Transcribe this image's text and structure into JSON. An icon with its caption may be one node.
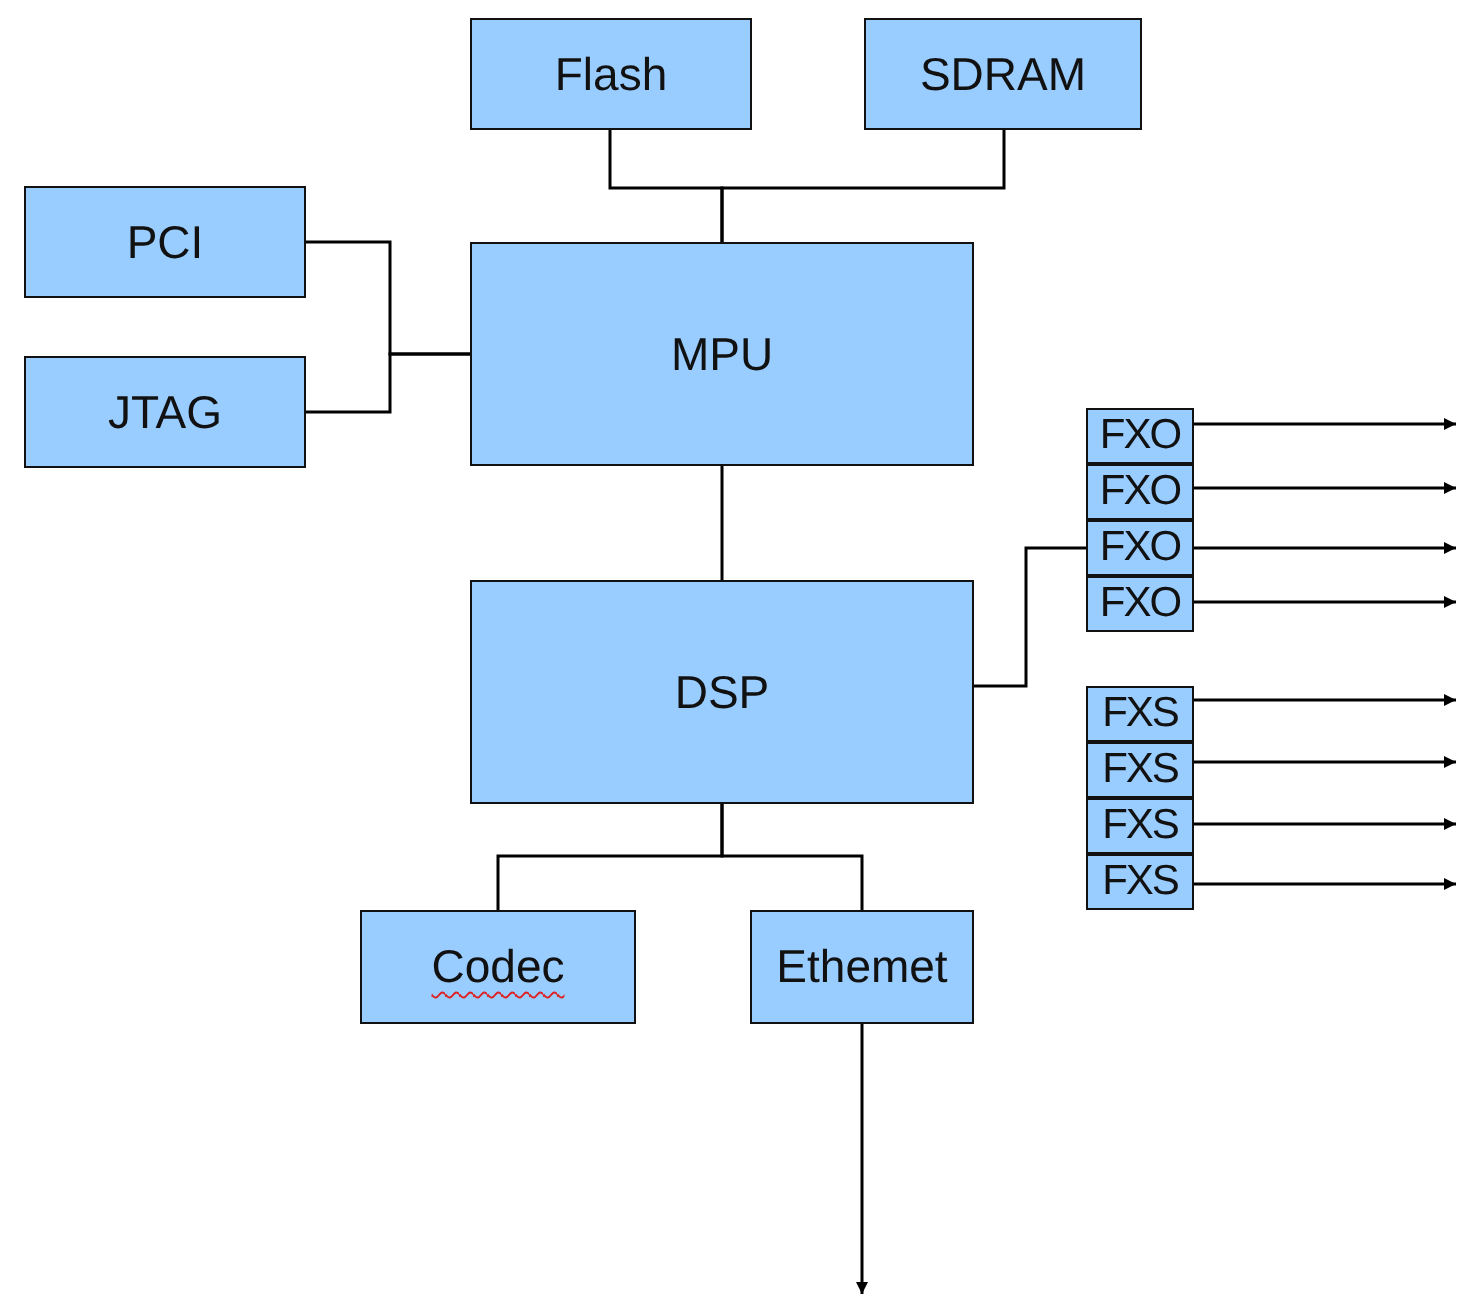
{
  "diagram": {
    "nodes": [
      {
        "text": [
          "Flash"
        ]
      },
      {
        "text": [
          "SDRAM"
        ]
      },
      {
        "text": [
          "PCI"
        ]
      },
      {
        "text": [
          "MPU"
        ]
      },
      {
        "text": [
          "JTAG"
        ]
      },
      {
        "text": [
          "DSP"
        ]
      },
      {
        "text": [
          "FXO"
        ]
      },
      {
        "text": [
          "FXO"
        ]
      },
      {
        "text": [
          "FXO"
        ]
      },
      {
        "text": [
          "FXO"
        ]
      },
      {
        "text": [
          "FXS"
        ]
      },
      {
        "text": [
          "FXS"
        ]
      },
      {
        "text": [
          "FXS"
        ]
      },
      {
        "text": [
          "FXS"
        ]
      },
      {
        "text": [
          "Codec"
        ]
      },
      {
        "text": [
          "Ethemet"
        ]
      }
    ],
    "edges": [
      {
        "from": 0,
        "to": 3,
        "arrow": "none"
      },
      {
        "from": 1,
        "to": 3,
        "arrow": "none"
      },
      {
        "from": 2,
        "to": 3,
        "arrow": "none"
      },
      {
        "from": 4,
        "to": 3,
        "arrow": "none"
      },
      {
        "from": 3,
        "to": 5,
        "arrow": "none"
      },
      {
        "from": 5,
        "to": 8,
        "arrow": "none"
      },
      {
        "from": 5,
        "to": 14,
        "arrow": "none"
      },
      {
        "from": 5,
        "to": 15,
        "arrow": "none"
      },
      {
        "from": 6,
        "to": null,
        "arrow": "to"
      },
      {
        "from": 7,
        "to": null,
        "arrow": "to"
      },
      {
        "from": 8,
        "to": null,
        "arrow": "to"
      },
      {
        "from": 9,
        "to": null,
        "arrow": "to"
      },
      {
        "from": 10,
        "to": null,
        "arrow": "to"
      },
      {
        "from": 11,
        "to": null,
        "arrow": "to"
      },
      {
        "from": 12,
        "to": null,
        "arrow": "to"
      },
      {
        "from": 13,
        "to": null,
        "arrow": "to"
      },
      {
        "from": 15,
        "to": null,
        "arrow": "to"
      }
    ]
  }
}
